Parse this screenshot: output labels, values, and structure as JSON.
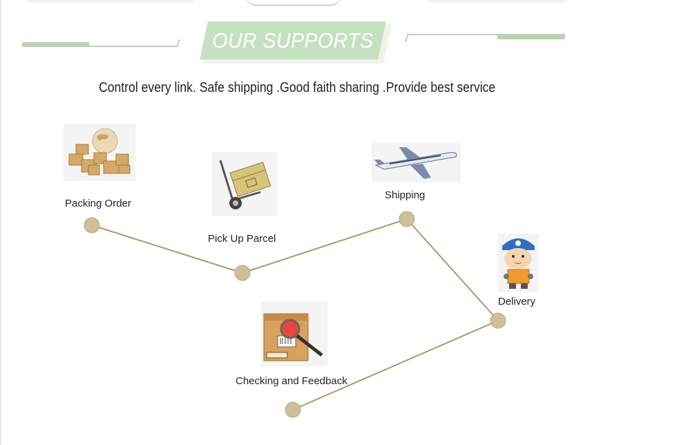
{
  "header": {
    "title": "OUR SUPPORTS",
    "tagline": "Control every link. Safe shipping .Good faith sharing .Provide best service"
  },
  "colors": {
    "banner": "#c6e0c2",
    "rule": "#b8d4b2",
    "node": "#cdbf98",
    "connector": "#a89a6a"
  },
  "steps": [
    {
      "label": "Packing Order",
      "icon": "cardboard-boxes-globe-icon"
    },
    {
      "label": "Pick Up Parcel",
      "icon": "hand-truck-parcel-icon"
    },
    {
      "label": "Shipping",
      "icon": "airplane-icon"
    },
    {
      "label": "Delivery",
      "icon": "courier-with-box-icon"
    },
    {
      "label": "Checking and Feedback",
      "icon": "parcel-magnifier-icon"
    }
  ]
}
